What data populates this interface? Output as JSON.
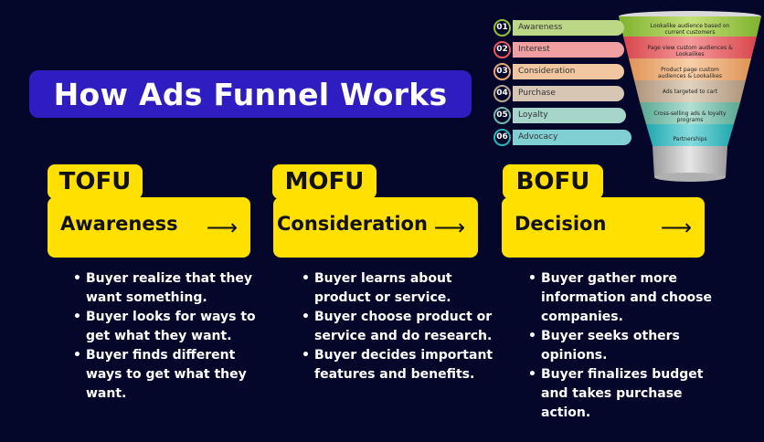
{
  "title": "How Ads Funnel Works",
  "funnel": {
    "stages": [
      {
        "num": "01",
        "label": "Awareness",
        "desc": "Lookalike audience based on current customers",
        "color": "#8fbf3a"
      },
      {
        "num": "02",
        "label": "Interest",
        "desc": "Page view custom audiences & Lookalikes",
        "color": "#e8585e"
      },
      {
        "num": "03",
        "label": "Consideration",
        "desc": "Product page custom audiences & Lookalikes",
        "color": "#eaa770"
      },
      {
        "num": "04",
        "label": "Purchase",
        "desc": "Ads targeted to cart",
        "color": "#bba58c"
      },
      {
        "num": "05",
        "label": "Loyalty",
        "desc": "Cross-selling ads & loyalty programs",
        "color": "#6fb8a6"
      },
      {
        "num": "06",
        "label": "Advocacy",
        "desc": "Partnerships",
        "color": "#2bb3b9"
      }
    ]
  },
  "columns": [
    {
      "tag": "TOFU",
      "name": "Awareness",
      "arrow": "⟶",
      "points": [
        "Buyer realize that they want something.",
        "Buyer looks for ways to get what they want.",
        "Buyer finds different ways to get what they want."
      ]
    },
    {
      "tag": "MOFU",
      "name": "Consideration",
      "arrow": "⟶",
      "points": [
        "Buyer learns about product or service.",
        "Buyer choose product or service and do research.",
        "Buyer decides important features and benefits."
      ]
    },
    {
      "tag": "BOFU",
      "name": "Decision",
      "arrow": "⟶",
      "points": [
        "Buyer gather more information and choose companies.",
        "Buyer seeks others opinions.",
        "Buyer finalizes budget and takes purchase action."
      ]
    }
  ]
}
